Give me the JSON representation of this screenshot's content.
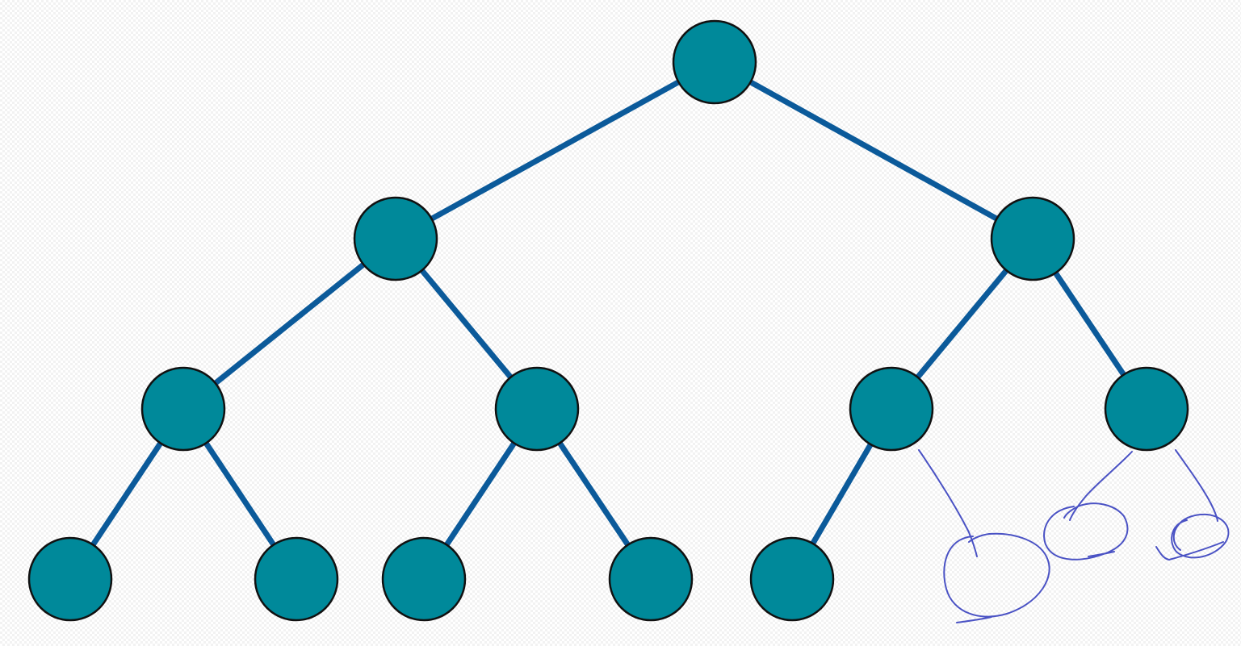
{
  "diagram": {
    "type": "binary-tree",
    "node_count": 12,
    "levels": 4,
    "colors": {
      "node_fill": "#00899a",
      "node_outline": "#111111",
      "edge": "#0b5a9a",
      "annotation_ink": "#4a52c4"
    },
    "nodes": [
      {
        "id": "n1",
        "level": 0,
        "parent": null
      },
      {
        "id": "n2",
        "level": 1,
        "parent": "n1"
      },
      {
        "id": "n3",
        "level": 1,
        "parent": "n1"
      },
      {
        "id": "n4",
        "level": 2,
        "parent": "n2"
      },
      {
        "id": "n5",
        "level": 2,
        "parent": "n2"
      },
      {
        "id": "n6",
        "level": 2,
        "parent": "n3"
      },
      {
        "id": "n7",
        "level": 2,
        "parent": "n3"
      },
      {
        "id": "n8",
        "level": 3,
        "parent": "n4"
      },
      {
        "id": "n9",
        "level": 3,
        "parent": "n4"
      },
      {
        "id": "n10",
        "level": 3,
        "parent": "n5"
      },
      {
        "id": "n11",
        "level": 3,
        "parent": "n5"
      },
      {
        "id": "n12",
        "level": 3,
        "parent": "n6"
      }
    ],
    "annotations": {
      "description_for_humans_only_not_rendered": "",
      "missing_children_sketched": [
        "n6-right",
        "n7-left",
        "n7-right"
      ]
    }
  }
}
